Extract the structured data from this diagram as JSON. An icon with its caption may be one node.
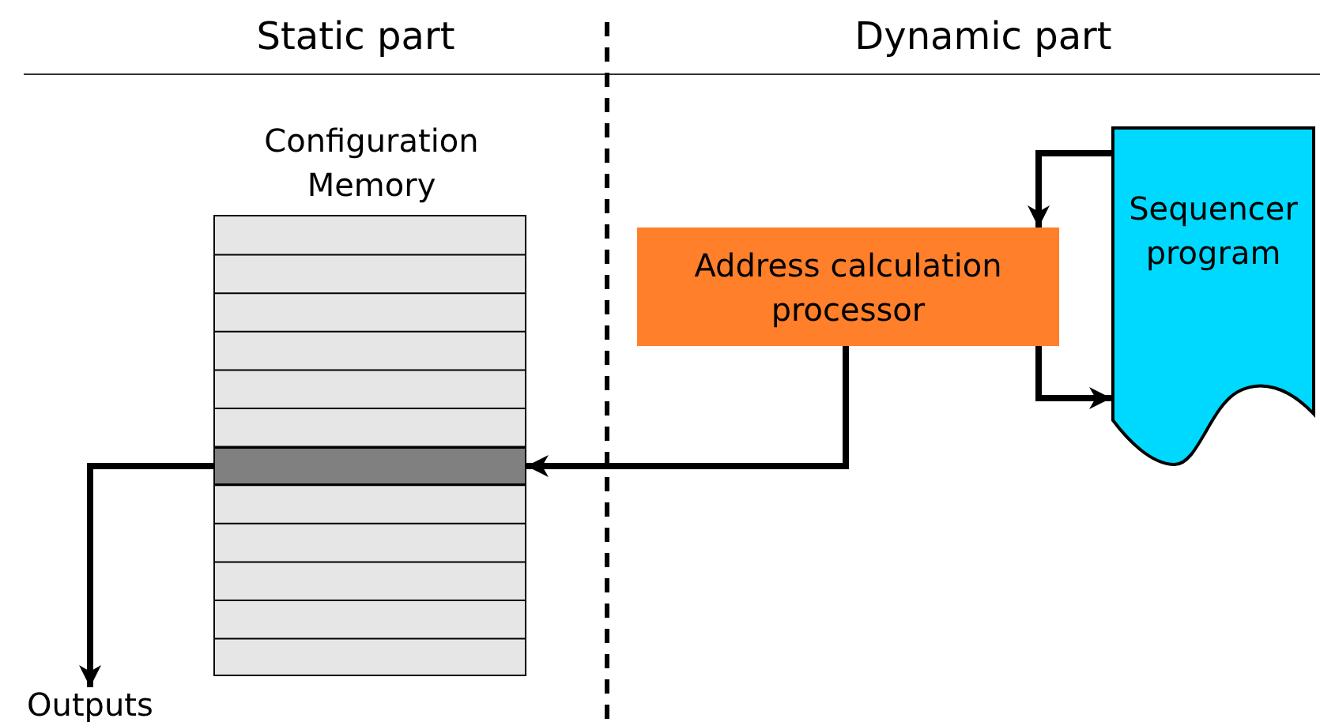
{
  "diagram": {
    "nodes": [
      {
        "text": [
          "Configuration Memory"
        ]
      },
      {
        "text": [],
        "shape": "bar",
        "in": 0
      },
      {
        "text": [
          "Address calculation processor"
        ]
      },
      {
        "text": [
          "Sequencer program"
        ]
      },
      {
        "text": [
          "Outputs"
        ]
      }
    ],
    "edges": [
      {
        "from": 3,
        "to": 2,
        "arrow": "to"
      },
      {
        "from": 2,
        "to": 3,
        "arrow": "to"
      },
      {
        "from": 2,
        "to": 1,
        "arrow": "to"
      },
      {
        "from": 1,
        "to": 4,
        "arrow": "to"
      }
    ],
    "labels": [
      "Static part",
      "Dynamic part"
    ]
  }
}
